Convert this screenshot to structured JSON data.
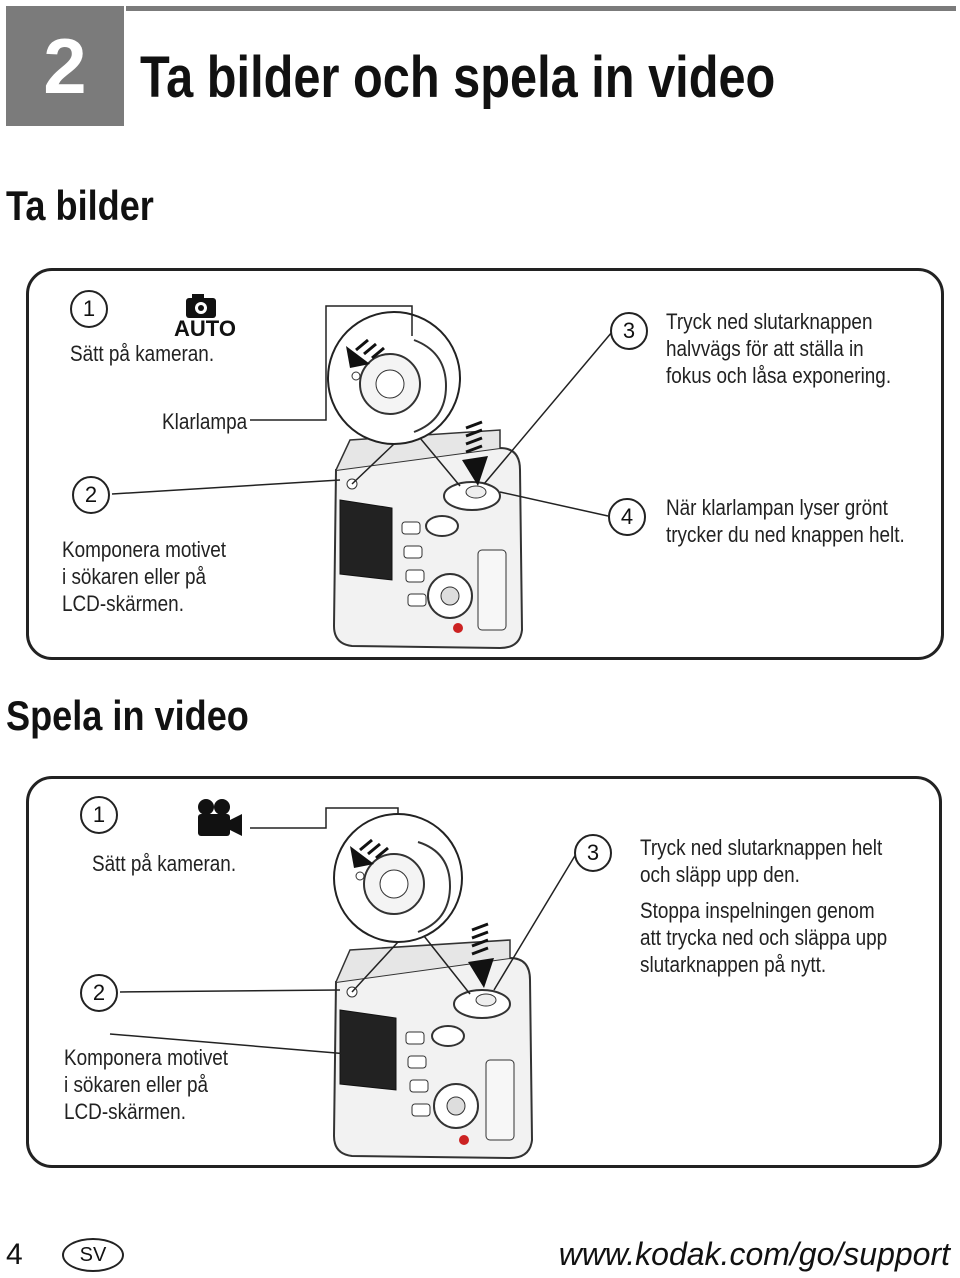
{
  "chapter": {
    "number": "2",
    "title": "Ta bilder och spela in video"
  },
  "photo_section": {
    "title": "Ta bilder",
    "mode_label": "AUTO",
    "step1": {
      "num": "1",
      "text": "Sätt på kameran."
    },
    "klarlampa_label": "Klarlampa",
    "step2": {
      "num": "2",
      "lines": [
        "Komponera motivet",
        "i sökaren eller på",
        "LCD-skärmen."
      ]
    },
    "step3": {
      "num": "3",
      "lines": [
        "Tryck ned slutarknappen",
        "halvvägs för att ställa in",
        "fokus och låsa exponering."
      ]
    },
    "step4": {
      "num": "4",
      "lines": [
        "När klarlampan lyser grönt",
        "trycker du ned knappen helt."
      ]
    }
  },
  "video_section": {
    "title": "Spela in video",
    "step1": {
      "num": "1",
      "text": "Sätt på kameran."
    },
    "step2": {
      "num": "2",
      "lines": [
        "Komponera motivet",
        "i sökaren eller på",
        "LCD-skärmen."
      ]
    },
    "step3": {
      "num": "3",
      "lines": [
        "Tryck ned slutarknappen helt",
        "och släpp upp den.",
        "Stoppa inspelningen genom",
        "att trycka ned och släppa upp",
        "slutarknappen på nytt."
      ]
    }
  },
  "footer": {
    "page_number": "4",
    "language": "SV",
    "url": "www.kodak.com/go/support"
  },
  "icons": {
    "photo_mode": "camera-icon",
    "video_mode": "video-camera-icon"
  }
}
